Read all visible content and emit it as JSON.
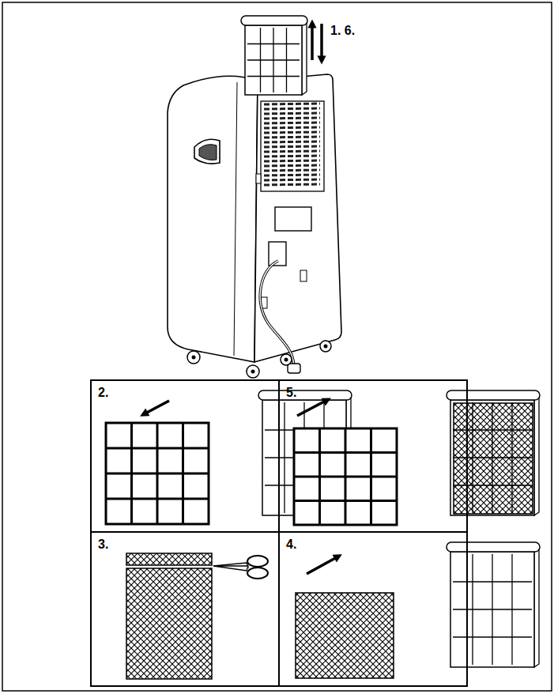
{
  "diagram": {
    "nodes": [
      {
        "text": [
          "2."
        ]
      },
      {
        "text": [
          "5."
        ]
      },
      {
        "text": [
          "3."
        ]
      },
      {
        "text": [
          "4."
        ]
      }
    ],
    "labels": [
      "1. 6."
    ]
  }
}
